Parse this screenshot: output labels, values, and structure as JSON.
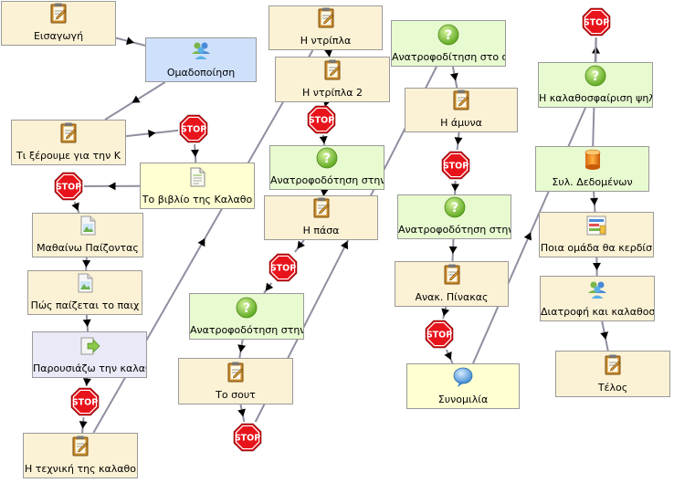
{
  "colors": {
    "doc": "#fbf1d4",
    "quiz": "#e8fad0",
    "group": "#cfe0fb",
    "resource": "#ffffd2",
    "present": "#e9e9f7",
    "stop": "#e8141c",
    "edge": "#8f8fa0"
  },
  "stop_label": "STOP",
  "nodes": [
    {
      "id": "n1",
      "label": "Εισαγωγή",
      "type": "doc",
      "icon": "notepad-icon"
    },
    {
      "id": "n2",
      "label": "Ομαδοποίηση",
      "type": "group",
      "icon": "people-icon"
    },
    {
      "id": "n3",
      "label": "Τι ξέρουμε για την Κ",
      "type": "doc",
      "icon": "notepad-icon"
    },
    {
      "id": "n4",
      "label": "Το βιβλίο της Καλαθο",
      "type": "resource",
      "icon": "page-icon"
    },
    {
      "id": "n5",
      "label": "Μαθαίνω Παίζοντας",
      "type": "doc",
      "icon": "image-icon"
    },
    {
      "id": "n6",
      "label": "Πώς παίζεται το παιχ",
      "type": "doc",
      "icon": "image-icon"
    },
    {
      "id": "n7",
      "label": "Παρουσιάζω την καλαθ",
      "type": "present",
      "icon": "export-arrow-icon"
    },
    {
      "id": "n8",
      "label": "Η τεχνική της καλαθο",
      "type": "doc",
      "icon": "notepad-icon"
    },
    {
      "id": "n9",
      "label": "Η ντρίπλα",
      "type": "doc",
      "icon": "notepad-icon"
    },
    {
      "id": "n10",
      "label": "Η ντρίπλα 2",
      "type": "doc",
      "icon": "notepad-icon"
    },
    {
      "id": "n11",
      "label": "Ανατροφοδότηση στην",
      "type": "quiz",
      "icon": "question-icon"
    },
    {
      "id": "n12",
      "label": "Η πάσα",
      "type": "doc",
      "icon": "notepad-icon"
    },
    {
      "id": "n13",
      "label": "Ανατροφοδότηση στην",
      "type": "quiz",
      "icon": "question-icon"
    },
    {
      "id": "n14",
      "label": "Το σουτ",
      "type": "doc",
      "icon": "notepad-icon"
    },
    {
      "id": "n15",
      "label": "Ανατροφοδίτηση στο σ",
      "type": "quiz",
      "icon": "question-icon"
    },
    {
      "id": "n16",
      "label": "Η άμυνα",
      "type": "doc",
      "icon": "notepad-icon"
    },
    {
      "id": "n17",
      "label": "Ανατροφοδότηση στην",
      "type": "quiz",
      "icon": "question-icon"
    },
    {
      "id": "n18",
      "label": "Ανακ. Πίνακας",
      "type": "doc",
      "icon": "notepad-icon"
    },
    {
      "id": "n19",
      "label": "Συνομιλία",
      "type": "resource",
      "icon": "chat-bubble-icon"
    },
    {
      "id": "n20",
      "label": "Η καλαθοσφαίριση ψηλ",
      "type": "quiz",
      "icon": "question-icon"
    },
    {
      "id": "n21",
      "label": "Συλ. Δεδομένων",
      "type": "quiz",
      "icon": "database-icon"
    },
    {
      "id": "n22",
      "label": "Ποια ομάδα θα κερδίσ",
      "type": "doc",
      "icon": "poll-icon"
    },
    {
      "id": "n23",
      "label": "Διατροφή και καλαθοσ",
      "type": "doc",
      "icon": "people-icon"
    },
    {
      "id": "n24",
      "label": "Τέλος",
      "type": "doc",
      "icon": "notepad-icon"
    }
  ],
  "stops": [
    {
      "id": "s1"
    },
    {
      "id": "s2"
    },
    {
      "id": "s3"
    },
    {
      "id": "s4"
    },
    {
      "id": "s5"
    },
    {
      "id": "s6"
    },
    {
      "id": "s7"
    },
    {
      "id": "s8"
    },
    {
      "id": "s9"
    },
    {
      "id": "s10"
    }
  ],
  "edges": [
    [
      "n1",
      "n2"
    ],
    [
      "n2",
      "n3"
    ],
    [
      "n3",
      "s1"
    ],
    [
      "s1",
      "n4"
    ],
    [
      "n4",
      "s2"
    ],
    [
      "s2",
      "n5"
    ],
    [
      "n5",
      "n6"
    ],
    [
      "n6",
      "n7"
    ],
    [
      "n7",
      "s3"
    ],
    [
      "s3",
      "n8"
    ],
    [
      "n8",
      "n9"
    ],
    [
      "n9",
      "n10"
    ],
    [
      "n10",
      "s4"
    ],
    [
      "s4",
      "n11"
    ],
    [
      "n11",
      "n12"
    ],
    [
      "n12",
      "s5"
    ],
    [
      "s5",
      "n13"
    ],
    [
      "n13",
      "n14"
    ],
    [
      "n14",
      "s6"
    ],
    [
      "s6",
      "n15"
    ],
    [
      "n15",
      "n16"
    ],
    [
      "n16",
      "s7"
    ],
    [
      "s7",
      "n17"
    ],
    [
      "n17",
      "n18"
    ],
    [
      "n18",
      "s8"
    ],
    [
      "s8",
      "n19"
    ],
    [
      "n19",
      "n20"
    ],
    [
      "n20",
      "s9"
    ],
    [
      "s9",
      "n21"
    ],
    [
      "n21",
      "n22"
    ],
    [
      "n22",
      "n23"
    ],
    [
      "n23",
      "n24"
    ],
    [
      "n8",
      "s10"
    ],
    [
      "s10",
      "n20"
    ]
  ]
}
